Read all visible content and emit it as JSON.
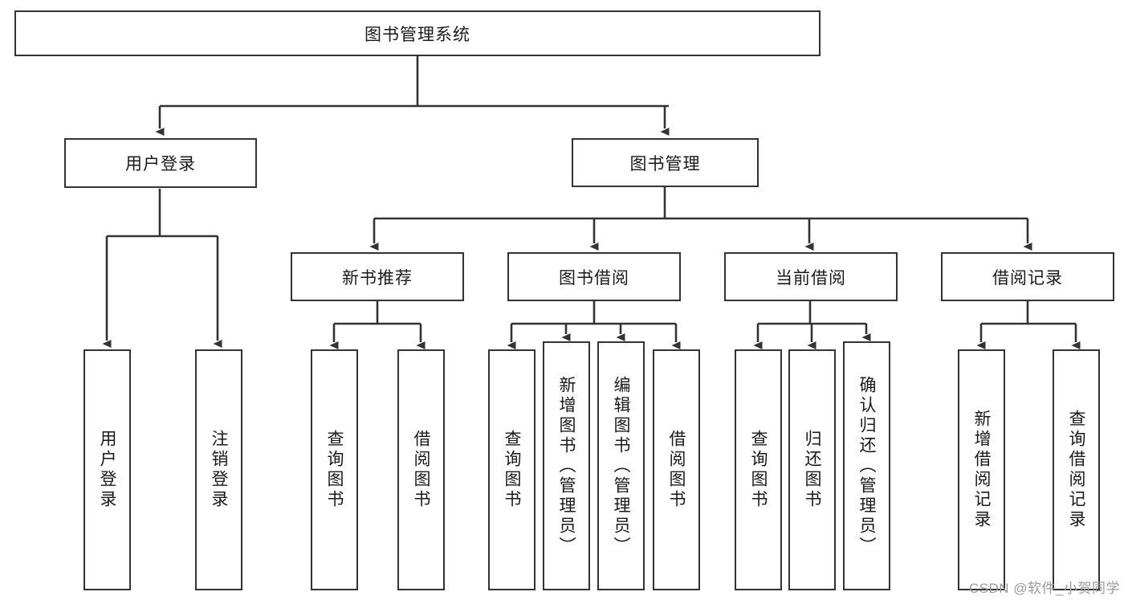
{
  "diagram": {
    "type": "tree-hierarchy",
    "title": "图书管理系统",
    "root": {
      "label": "图书管理系统"
    },
    "level2": [
      {
        "label": "用户登录"
      },
      {
        "label": "图书管理"
      }
    ],
    "level3": [
      {
        "label": "新书推荐",
        "parent": "图书管理"
      },
      {
        "label": "图书借阅",
        "parent": "图书管理"
      },
      {
        "label": "当前借阅",
        "parent": "图书管理"
      },
      {
        "label": "借阅记录",
        "parent": "图书管理"
      }
    ],
    "leaves": {
      "user_login": [
        {
          "label": "用户登录"
        },
        {
          "label": "注销登录"
        }
      ],
      "new_book": [
        {
          "label": "查询图书"
        },
        {
          "label": "借阅图书"
        }
      ],
      "book_borrow": [
        {
          "label": "查询图书"
        },
        {
          "label": "新增图书（管理员）"
        },
        {
          "label": "编辑图书（管理员）"
        },
        {
          "label": "借阅图书"
        }
      ],
      "current_borrow": [
        {
          "label": "查询图书"
        },
        {
          "label": "归还图书"
        },
        {
          "label": "确认归还（管理员）"
        }
      ],
      "borrow_record": [
        {
          "label": "新增借阅记录"
        },
        {
          "label": "查询借阅记录"
        }
      ]
    }
  },
  "watermark": {
    "text": "CSDN @软件_小贺同学"
  },
  "colors": {
    "border": "#333333",
    "background": "#ffffff",
    "text": "#1a1a1a",
    "watermark": "#9a9a9a"
  }
}
